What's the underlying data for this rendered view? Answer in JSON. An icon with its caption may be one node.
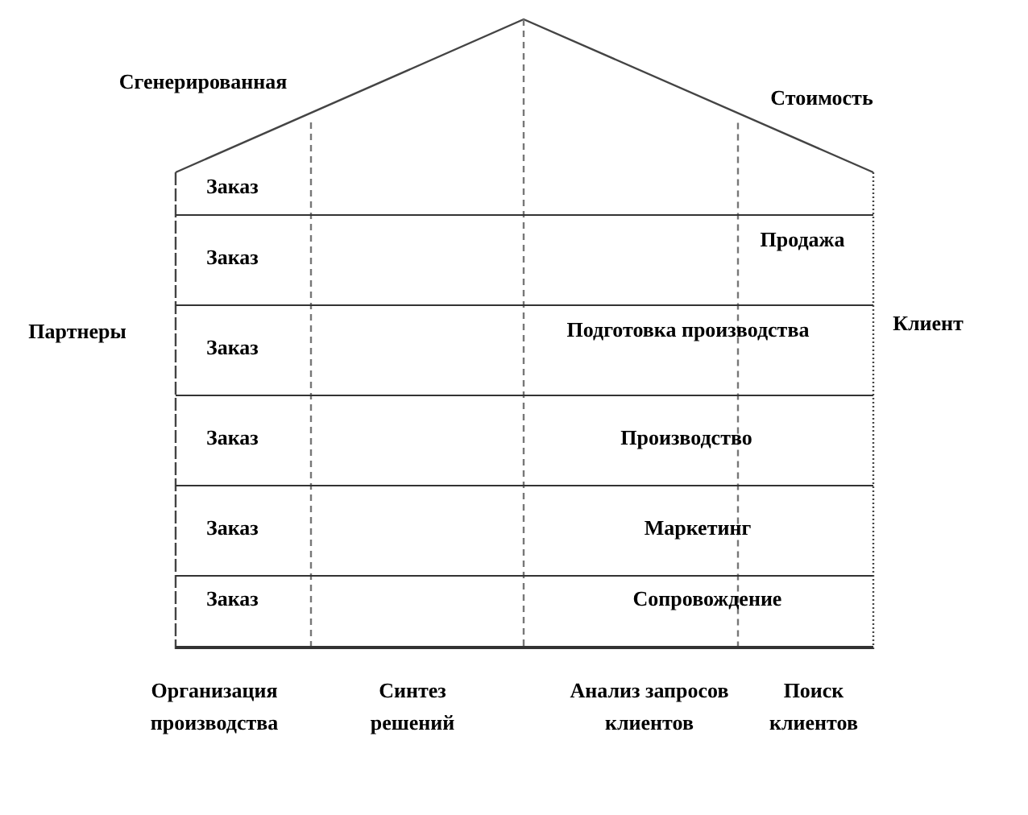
{
  "diagram": {
    "nodes": [
      {
        "text": [],
        "shape": "house"
      },
      {
        "text": [
          "Заказ"
        ],
        "in": 0
      },
      {
        "text": [
          "Заказ",
          "Продажа"
        ],
        "in": 0
      },
      {
        "text": [
          "Заказ",
          "Подготовка производства"
        ],
        "in": 0
      },
      {
        "text": [
          "Заказ",
          "Производство"
        ],
        "in": 0
      },
      {
        "text": [
          "Заказ",
          "Маркетинг"
        ],
        "in": 0
      },
      {
        "text": [
          "Заказ",
          "Сопровождение"
        ],
        "in": 0
      }
    ],
    "labels": [
      "Сгенерированная",
      "Стоимость",
      "Партнеры",
      "Клиент",
      "Организация производства",
      "Синтез решений",
      "Анализ запросов клиентов",
      "Поиск клиентов"
    ]
  }
}
